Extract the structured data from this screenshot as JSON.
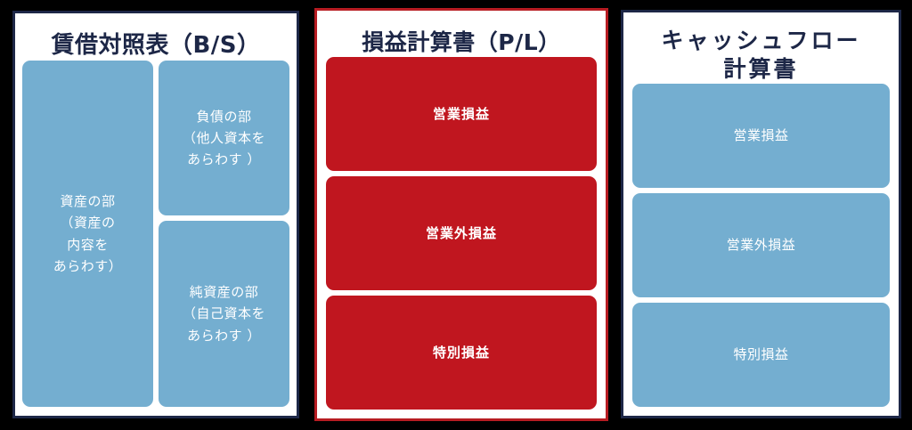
{
  "theme": {
    "background": "#000000",
    "panel_background": "#ffffff",
    "navy_border": "#1d2747",
    "red_border": "#b71c22",
    "blue_box": "#74aed0",
    "red_box": "#c0161f",
    "title_color": "#1d2747",
    "box_text_color": "#ffffff"
  },
  "panels": {
    "balance_sheet": {
      "title": "賃借対照表（B/S）",
      "left_column": [
        {
          "label": "資産の部\n（資産の\n内容を\nあらわす）",
          "style": "blue"
        }
      ],
      "right_column": [
        {
          "label": "負債の部\n（他人資本を\nあらわす ）",
          "style": "blue"
        },
        {
          "label": "純資産の部\n（自己資本を\nあらわす ）",
          "style": "blue"
        }
      ]
    },
    "profit_and_loss": {
      "title": "損益計算書（P/L）",
      "rows": [
        {
          "label": "営業損益",
          "style": "red"
        },
        {
          "label": "営業外損益",
          "style": "red"
        },
        {
          "label": "特別損益",
          "style": "red"
        }
      ]
    },
    "cash_flow": {
      "title": "キャッシュフロー\n計算書",
      "rows": [
        {
          "label": "営業損益",
          "style": "blue"
        },
        {
          "label": "営業外損益",
          "style": "blue"
        },
        {
          "label": "特別損益",
          "style": "blue"
        }
      ]
    }
  }
}
